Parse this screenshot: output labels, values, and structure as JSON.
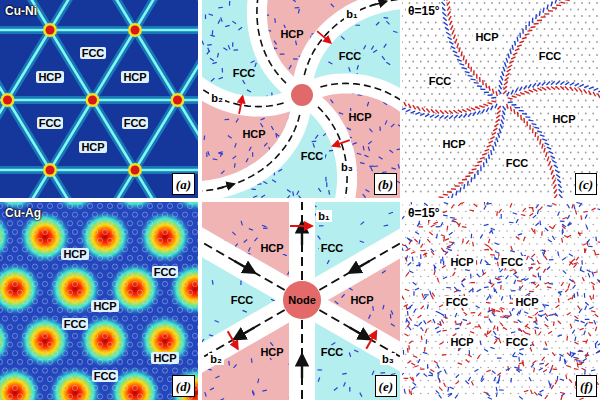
{
  "diagram": {
    "nodes": [
      {
        "text": [
          "(a)"
        ]
      },
      {
        "text": [
          "(b)"
        ]
      },
      {
        "text": [
          "(c)"
        ]
      },
      {
        "text": [
          "(d)"
        ]
      },
      {
        "text": [
          "Node"
        ]
      },
      {
        "text": [
          "(e)"
        ]
      },
      {
        "text": [
          "(f)"
        ]
      }
    ],
    "labels": [
      "Cu-Ni",
      "FCC",
      "HCP",
      "HCP",
      "FCC",
      "FCC",
      "HCP",
      "b₁",
      "HCP",
      "FCC",
      "FCC",
      "b₂",
      "HCP",
      "HCP",
      "FCC",
      "b₃",
      "θ=15°",
      "HCP",
      "FCC",
      "FCC",
      "HCP",
      "HCP",
      "FCC",
      "Cu-Ag",
      "HCP",
      "FCC",
      "HCP",
      "FCC",
      "HCP",
      "FCC",
      "b₁",
      "HCP",
      "FCC",
      "FCC",
      "HCP",
      "HCP",
      "FCC",
      "b₂",
      "b₃",
      "θ=15°",
      "HCP",
      "FCC",
      "FCC",
      "HCP",
      "HCP",
      "FCC"
    ]
  }
}
